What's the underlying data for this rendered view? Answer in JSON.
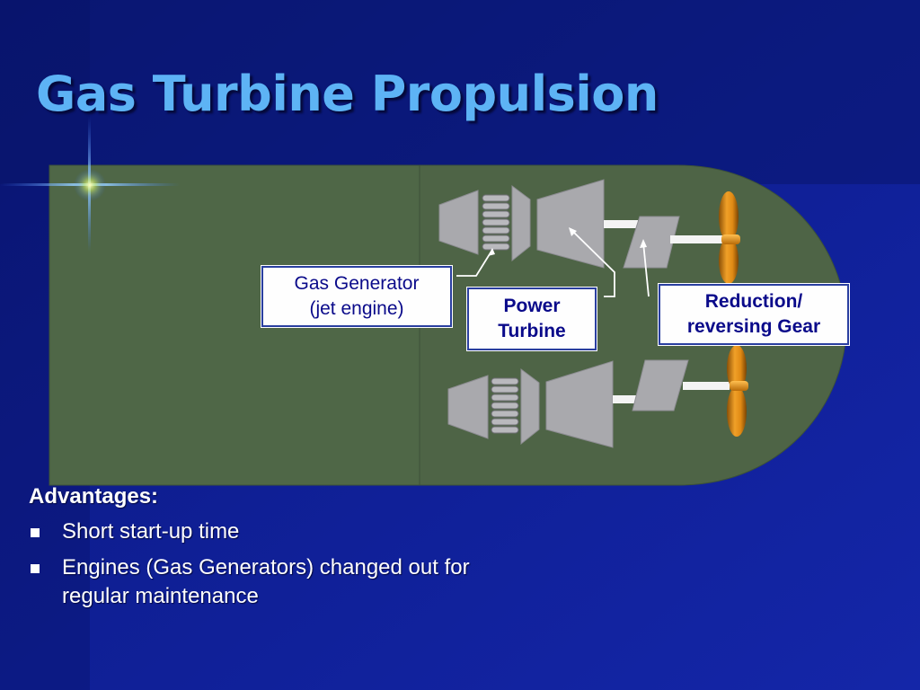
{
  "slide": {
    "title": "Gas Turbine Propulsion"
  },
  "diagram": {
    "labels": {
      "gas_generator": [
        "Gas Generator",
        "(jet engine)"
      ],
      "power_turbine": [
        "Power",
        "Turbine"
      ],
      "reduction_gear": [
        "Reduction/",
        "reversing Gear"
      ]
    },
    "colors": {
      "background": "#0e1c8c",
      "hull": "#4e6446",
      "engine_parts": "#a9a9ad",
      "propeller": "#d88a14",
      "title": "#5db3f5",
      "label_text": "#0a0a8a"
    }
  },
  "advantages": {
    "heading": "Advantages:",
    "items": [
      "Short start-up time",
      "Engines (Gas Generators) changed out for regular maintenance"
    ]
  }
}
